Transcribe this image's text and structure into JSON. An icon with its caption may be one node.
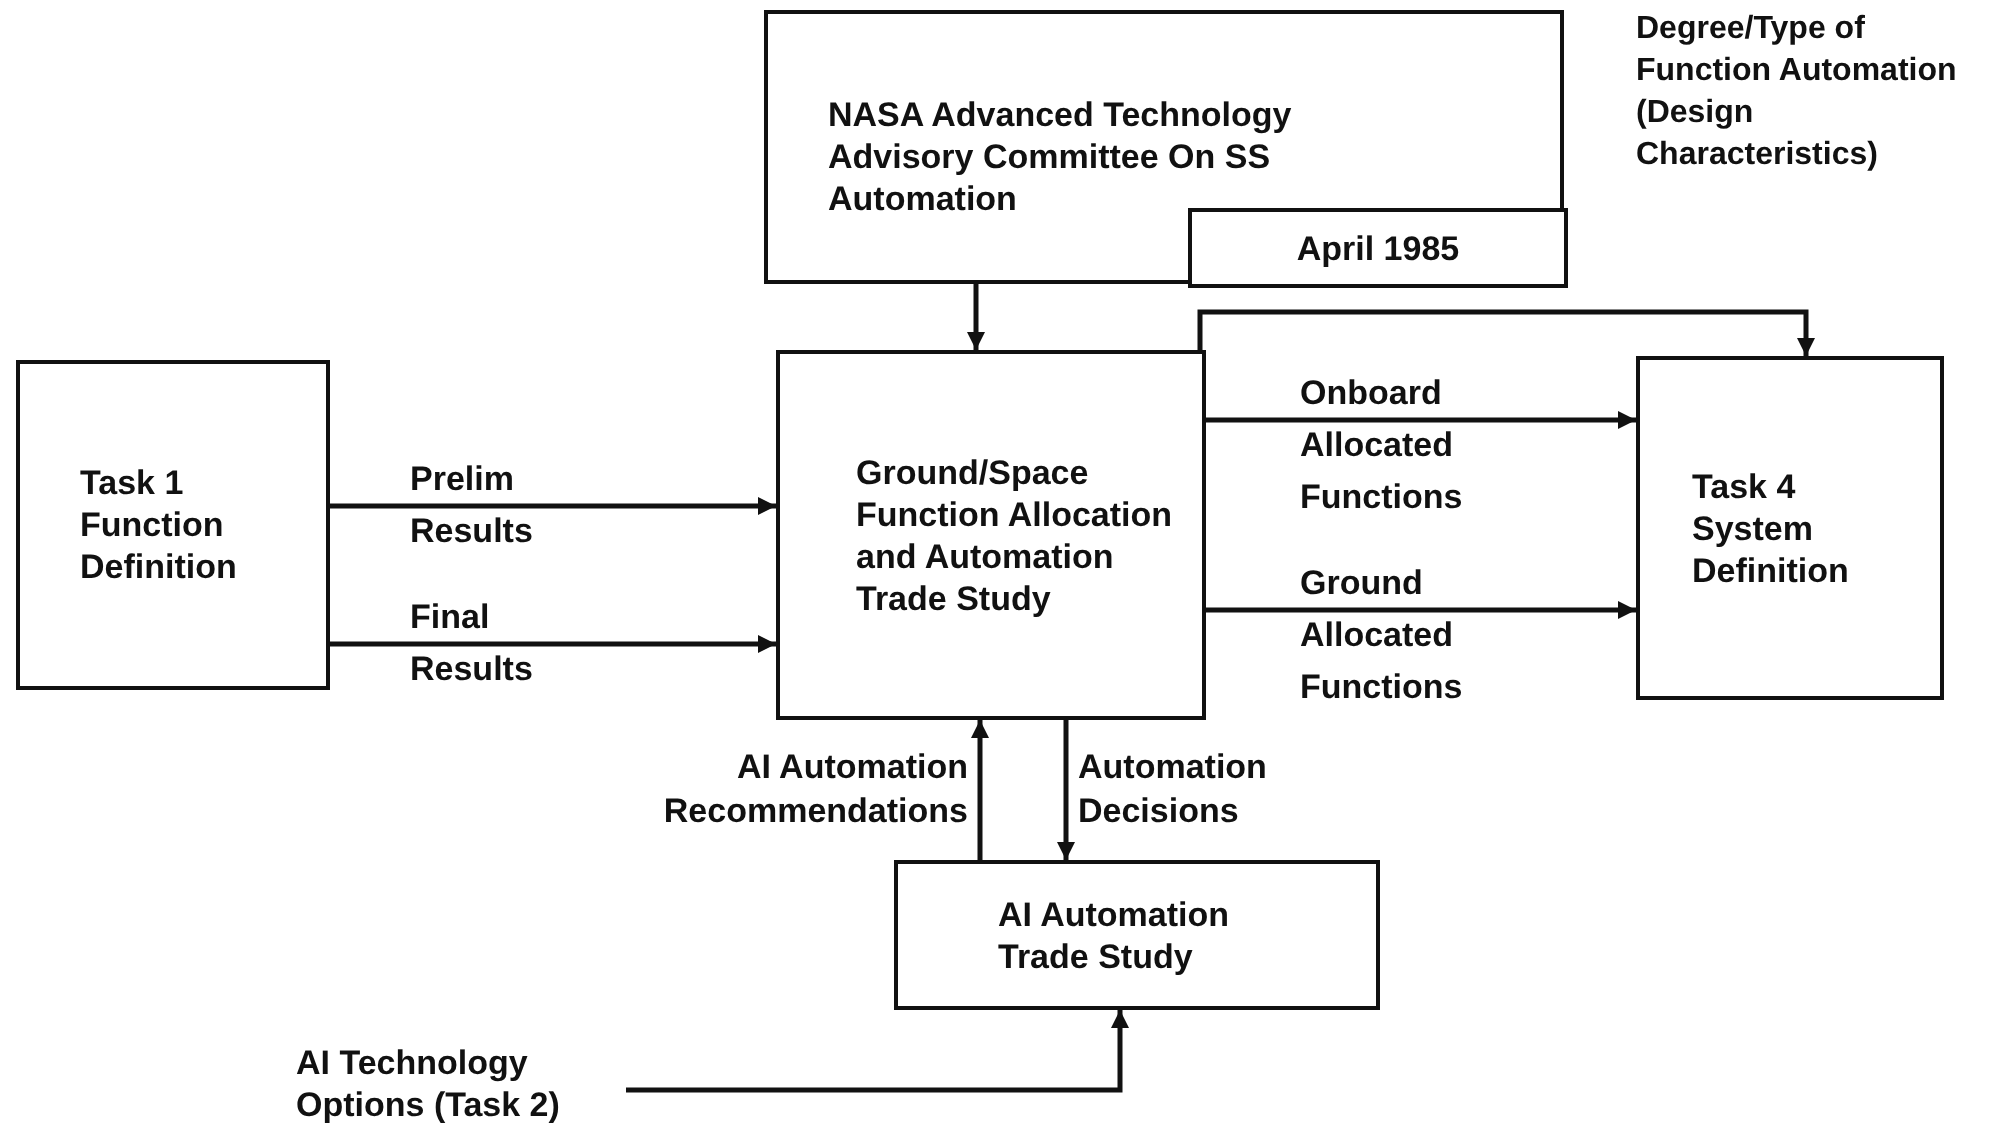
{
  "diagram": {
    "nodes": [
      {
        "text": [
          "NASA Advanced Technology Advisory Committee On SS Automation"
        ]
      },
      {
        "text": [
          "April 1985"
        ],
        "in": 0
      },
      {
        "text": [
          "Task 1 Function Definition"
        ]
      },
      {
        "text": [
          "Ground/Space Function Allocation and Automation Trade Study"
        ]
      },
      {
        "text": [
          "Task 4 System Definition"
        ]
      },
      {
        "text": [
          "AI Automation Trade Study"
        ]
      },
      {
        "text": [
          "AI Technology Options (Task 2)"
        ]
      }
    ],
    "edges": [
      {
        "from": 0,
        "to": 3,
        "arrow": "to"
      },
      {
        "from": 2,
        "to": 3,
        "arrow": "to",
        "label": "Prelim Results"
      },
      {
        "from": 2,
        "to": 3,
        "arrow": "to",
        "label": "Final Results"
      },
      {
        "from": 3,
        "to": 4,
        "arrow": "to",
        "label": "Degree/Type of Function Automation (Design Characteristics)"
      },
      {
        "from": 3,
        "to": 4,
        "arrow": "to",
        "label": "Onboard Allocated Functions"
      },
      {
        "from": 3,
        "to": 4,
        "arrow": "to",
        "label": "Ground Allocated Functions"
      },
      {
        "from": 5,
        "to": 3,
        "arrow": "to",
        "label": "AI Automation Recommendations"
      },
      {
        "from": 3,
        "to": 5,
        "arrow": "to",
        "label": "Automation Decisions"
      },
      {
        "from": 6,
        "to": 5,
        "arrow": "to"
      }
    ]
  }
}
